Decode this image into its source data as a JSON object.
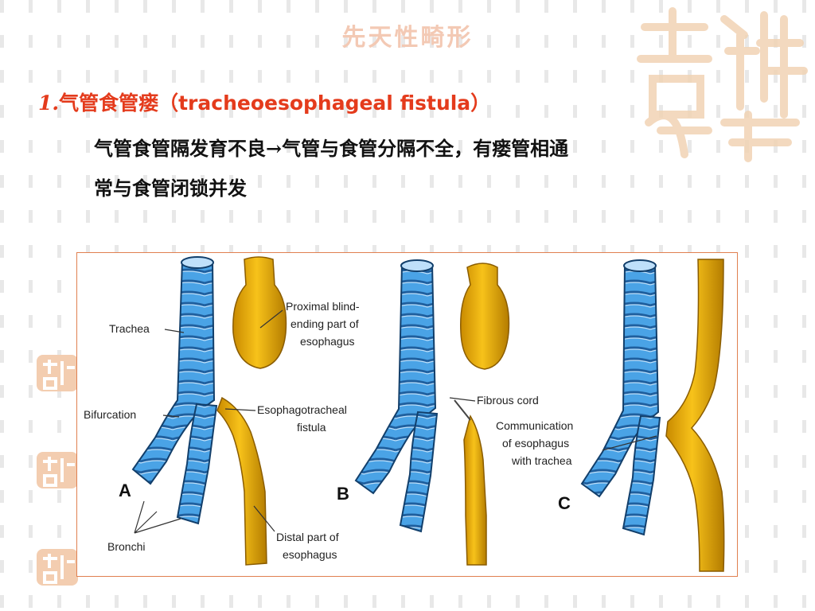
{
  "slide": {
    "title": "先天性畸形",
    "heading_number": "1.",
    "heading_text": "气管食管瘘（tracheoesophageal fistula）",
    "body_line1": "气管食管隔发育不良",
    "arrow": "→",
    "body_line1b": "气管与食管分隔不全，有瘘管相通",
    "body_line2": "常与食管闭锁并发"
  },
  "figure": {
    "labels": {
      "trachea": "Trachea",
      "bifurcation": "Bifurcation",
      "bronchi": "Bronchi",
      "proximal_1": "Proximal blind-",
      "proximal_2": "ending part of",
      "proximal_3": "esophagus",
      "fistula_1": "Esophagotracheal",
      "fistula_2": "fistula",
      "distal_1": "Distal part of",
      "distal_2": "esophagus",
      "fibrous_cord": "Fibrous cord",
      "comm_1": "Communication",
      "comm_2": "of esophagus",
      "comm_3": "with trachea"
    },
    "panels": [
      "A",
      "B",
      "C"
    ]
  },
  "colors": {
    "title": "#f3c9b4",
    "heading": "#e43b1c",
    "trachea_blue": "#4aa3e6",
    "trachea_dark": "#1f5f9e",
    "esophagus_yellow": "#f2b705",
    "esophagus_dark": "#b47c00",
    "border": "#e08050",
    "stamp": "#f1c9a4"
  }
}
